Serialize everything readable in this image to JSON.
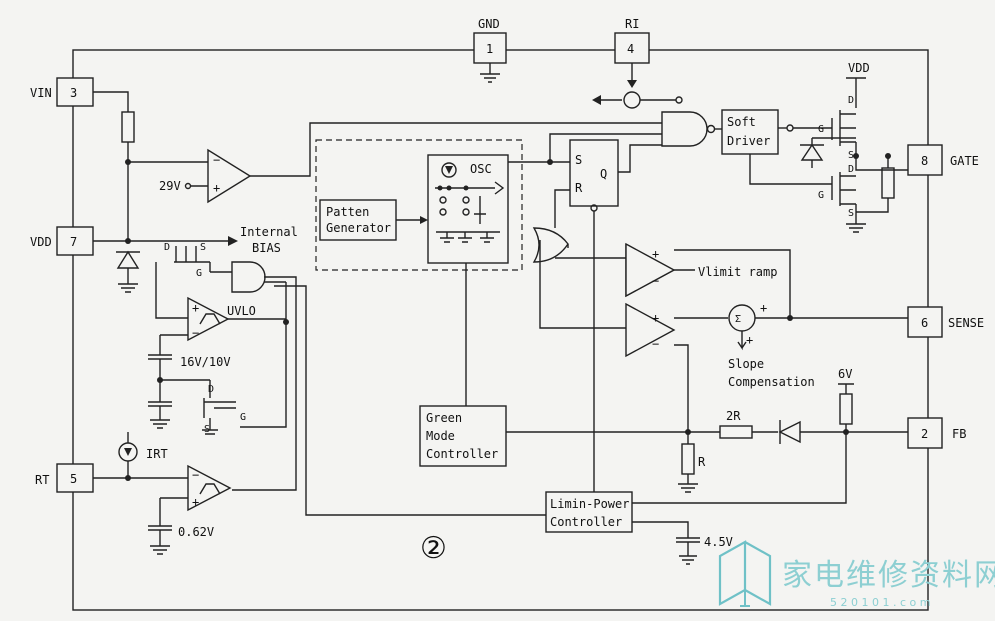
{
  "pins": {
    "gnd": {
      "label": "GND",
      "num": "1"
    },
    "ri": {
      "label": "RI",
      "num": "4"
    },
    "vin": {
      "label": "VIN",
      "num": "3"
    },
    "vdd": {
      "label": "VDD",
      "num": "7"
    },
    "rt": {
      "label": "RT",
      "num": "5"
    },
    "gate": {
      "label": "GATE",
      "num": "8"
    },
    "sense": {
      "label": "SENSE",
      "num": "6"
    },
    "fb": {
      "label": "FB",
      "num": "2"
    }
  },
  "blocks": {
    "soft_driver": [
      "Soft",
      "Driver"
    ],
    "patten_generator": [
      "Patten",
      "Generator"
    ],
    "green_mode": [
      "Green",
      "Mode",
      "Controller"
    ],
    "limin_power": [
      "Limin-Power",
      "Controller"
    ],
    "osc": "OSC",
    "uvlo": "UVLO",
    "vlimit_ramp": "Vlimit ramp",
    "slope_comp": [
      "Slope",
      "Compensation"
    ],
    "internal_bias": [
      "Internal",
      "BIAS"
    ]
  },
  "labels": {
    "v29": "29V",
    "v16_10": "16V/10V",
    "v062": "0.62V",
    "v6": "6V",
    "v45": "4.5V",
    "r2": "2R",
    "r": "R",
    "irt": "IRT",
    "vdd_top": "VDD",
    "flip_s": "S",
    "flip_r": "R",
    "flip_q": "Q",
    "circle_num": "②"
  },
  "watermark": {
    "brand": "家电维修资料网",
    "site": "5 2 0 1 0 1 . c o m"
  },
  "colors": {
    "ink": "#222222",
    "background": "#f4f4f2",
    "watermark": "#8dcfd2"
  }
}
